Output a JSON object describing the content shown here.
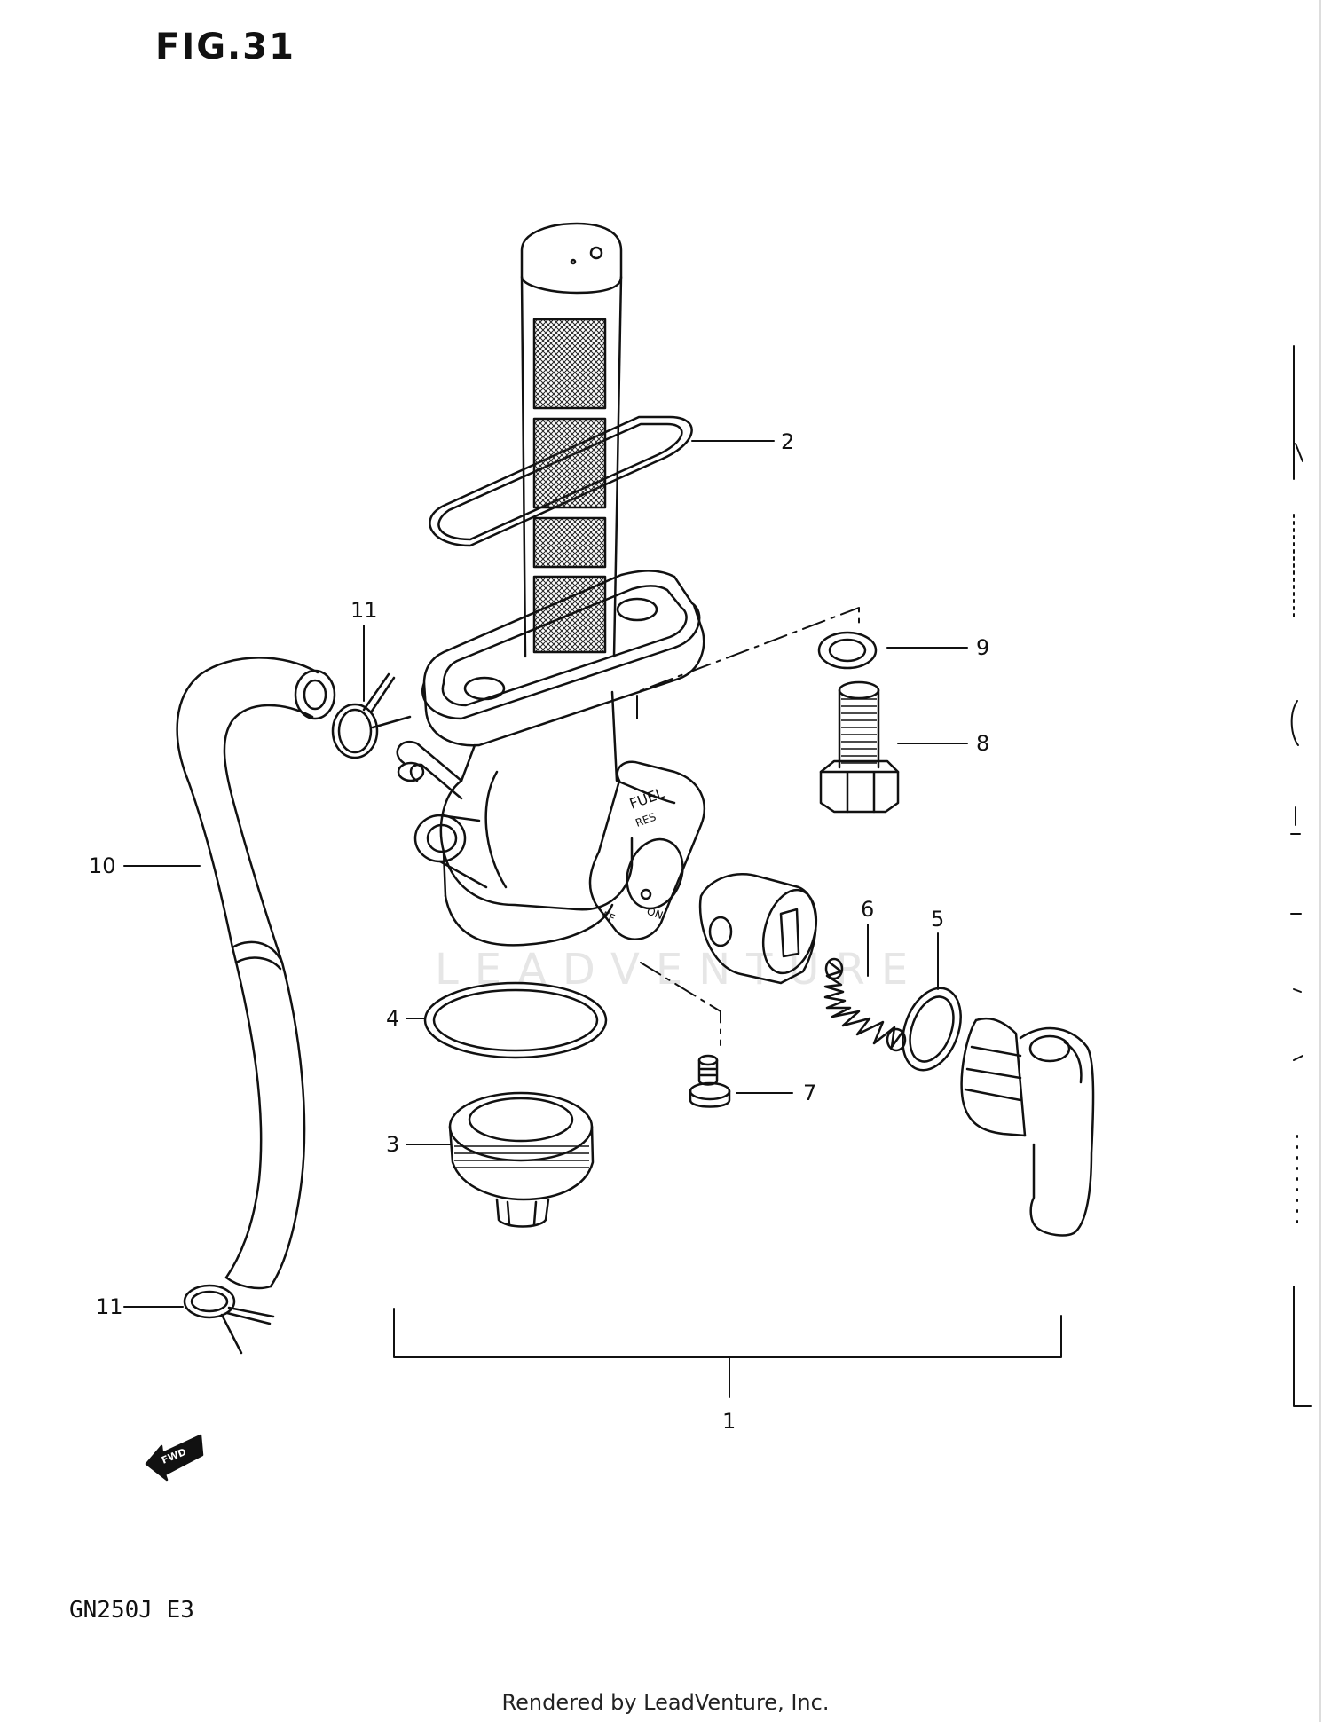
{
  "figure_title": "FIG.31",
  "model_code": "GN250J  E3",
  "footer_text": "Rendered by LeadVenture, Inc.",
  "watermark": "LEADVENTURE",
  "fwd_label": "FWD",
  "valve_labels": {
    "fuel": "FUEL",
    "res": "RES",
    "off": "FF",
    "on": "ON"
  },
  "callouts": [
    {
      "id": "1",
      "label": "1"
    },
    {
      "id": "2",
      "label": "2"
    },
    {
      "id": "3",
      "label": "3"
    },
    {
      "id": "4",
      "label": "4"
    },
    {
      "id": "5",
      "label": "5"
    },
    {
      "id": "6",
      "label": "6"
    },
    {
      "id": "7",
      "label": "7"
    },
    {
      "id": "8",
      "label": "8"
    },
    {
      "id": "9",
      "label": "9"
    },
    {
      "id": "10",
      "label": "10"
    },
    {
      "id": "11a",
      "label": "11"
    },
    {
      "id": "11b",
      "label": "11"
    }
  ],
  "colors": {
    "ink": "#111111",
    "watermark": "#e6e6e6",
    "background": "#ffffff"
  }
}
